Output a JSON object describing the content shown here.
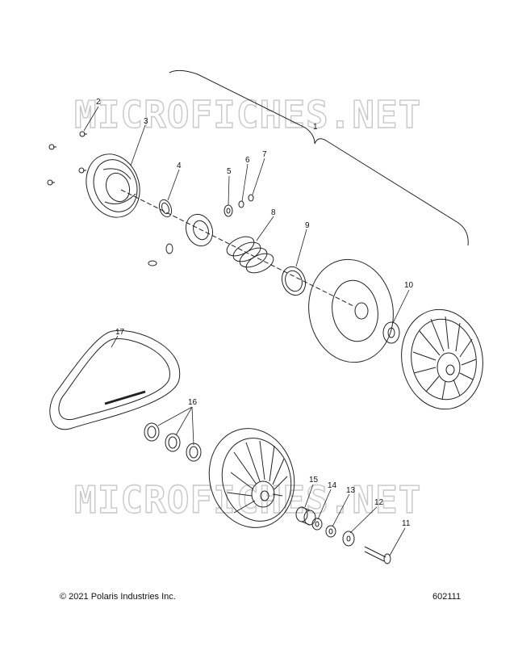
{
  "watermark": "MICROFICHES.NET",
  "callouts": [
    {
      "id": "c1",
      "text": "1"
    },
    {
      "id": "c2",
      "text": "2"
    },
    {
      "id": "c3",
      "text": "3"
    },
    {
      "id": "c4",
      "text": "4"
    },
    {
      "id": "c5",
      "text": "5"
    },
    {
      "id": "c6",
      "text": "6"
    },
    {
      "id": "c7",
      "text": "7"
    },
    {
      "id": "c8",
      "text": "8"
    },
    {
      "id": "c9",
      "text": "9"
    },
    {
      "id": "c10",
      "text": "10"
    },
    {
      "id": "c11",
      "text": "11"
    },
    {
      "id": "c12",
      "text": "12"
    },
    {
      "id": "c13",
      "text": "13"
    },
    {
      "id": "c14",
      "text": "14"
    },
    {
      "id": "c15",
      "text": "15"
    },
    {
      "id": "c16",
      "text": "16"
    },
    {
      "id": "c17",
      "text": "17"
    }
  ],
  "footer": {
    "copyright": "© 2021 Polaris Industries Inc.",
    "document_number": "602111"
  }
}
